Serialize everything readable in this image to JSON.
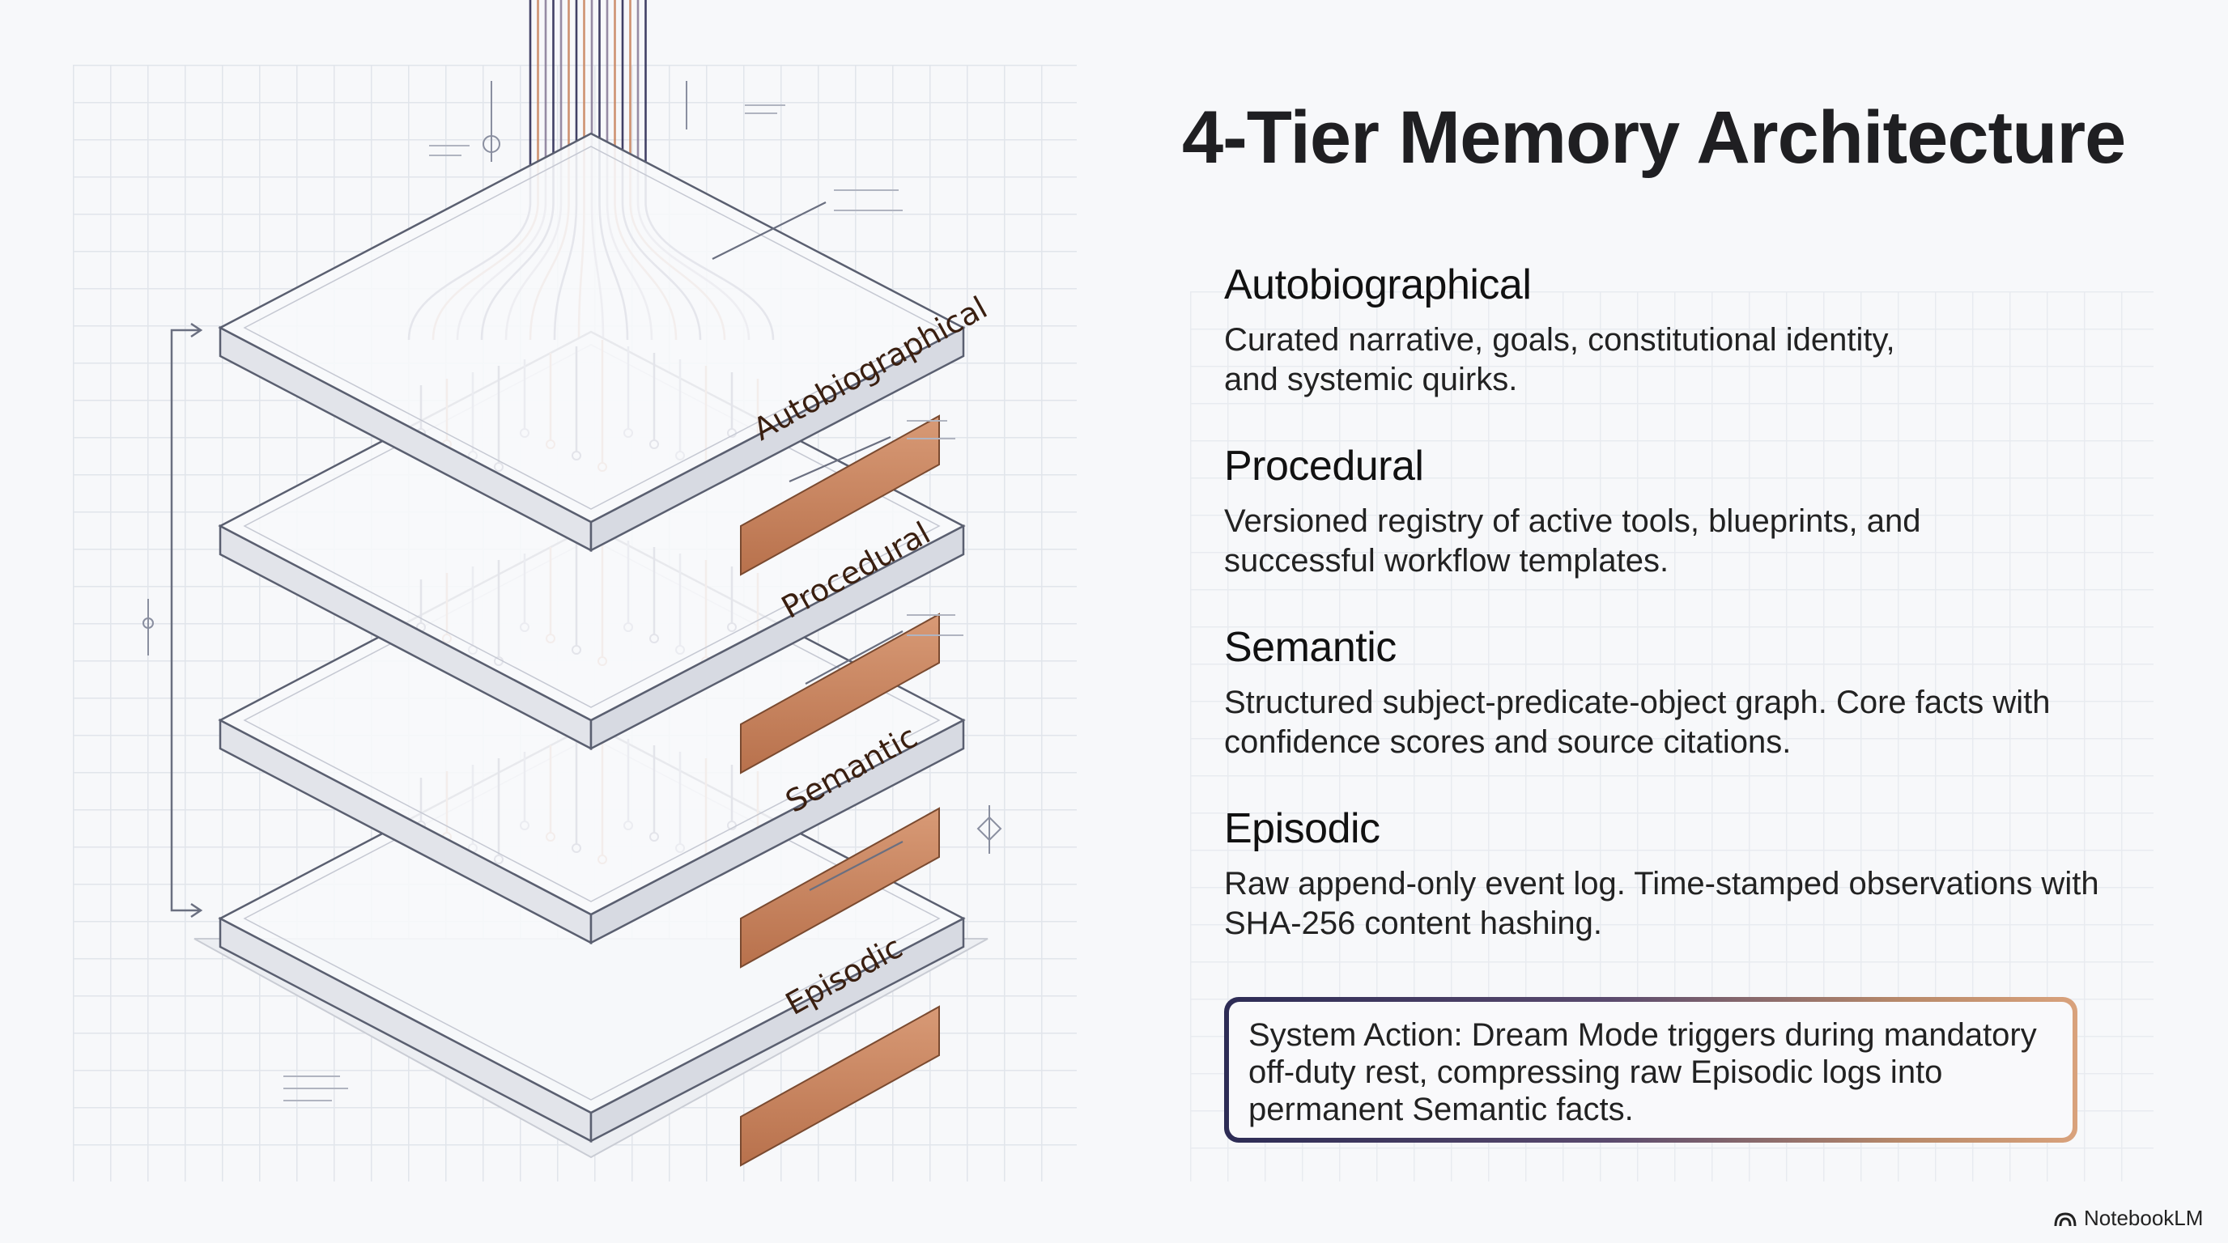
{
  "title": "4-Tier Memory Architecture",
  "tiers": [
    {
      "name": "Autobiographical",
      "description": "Curated narrative, goals, constitutional identity, and systemic quirks."
    },
    {
      "name": "Procedural",
      "description": "Versioned registry of active tools, blueprints, and successful workflow templates."
    },
    {
      "name": "Semantic",
      "description": "Structured subject-predicate-object graph. Core facts with confidence scores and source citations."
    },
    {
      "name": "Episodic",
      "description": "Raw append-only event log. Time-stamped observations with SHA-256 content hashing."
    }
  ],
  "diagram_labels": [
    "Autobiographical",
    "Procedural",
    "Semantic",
    "Episodic"
  ],
  "callout": "System Action: Dream Mode triggers during mandatory off-duty rest, compressing raw Episodic logs into permanent Semantic facts.",
  "brand": "NotebookLM",
  "colors": {
    "copper": "#c98662",
    "navy": "#2d2c55",
    "slab_stroke": "#5a5f70",
    "grid": "#dfe3ea"
  },
  "icons": [
    "notebooklm-logo-icon"
  ]
}
